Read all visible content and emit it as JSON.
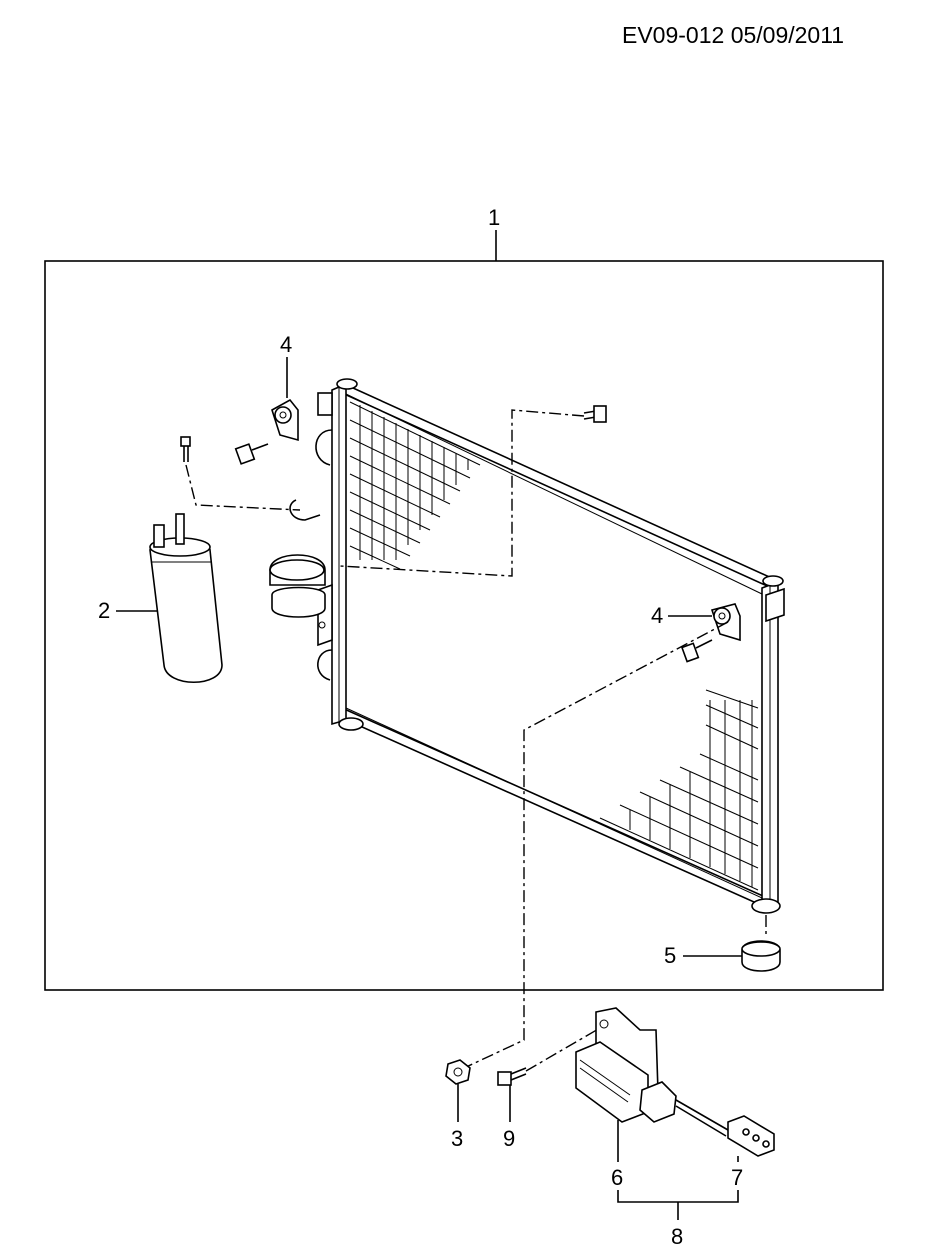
{
  "header": {
    "code": "EV09-012 05/09/2011"
  },
  "callouts": {
    "c1": "1",
    "c2": "2",
    "c3": "3",
    "c4a": "4",
    "c4b": "4",
    "c5": "5",
    "c6": "6",
    "c7": "7",
    "c8": "8",
    "c9": "9"
  },
  "parts": {
    "condenser": "condenser-assembly",
    "receiver_drier": "receiver-drier",
    "nut": "nut",
    "bracket": "mounting-bracket",
    "insulator": "rubber-insulator",
    "module": "control-module",
    "connector": "wiring-connector",
    "bolt": "bolt"
  }
}
